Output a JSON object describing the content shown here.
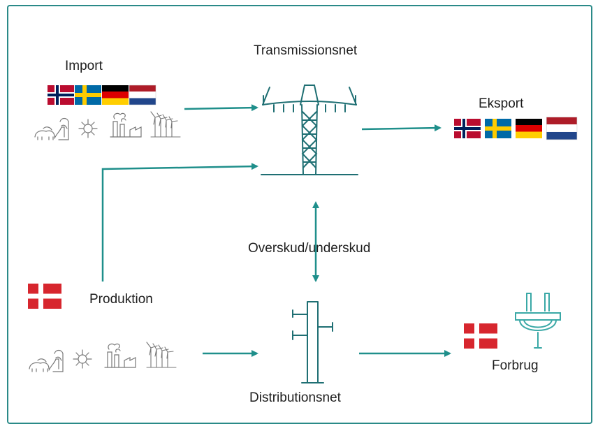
{
  "labels": {
    "import": "Import",
    "transmission": "Transmissionsnet",
    "export": "Eksport",
    "production": "Produktion",
    "surplus": "Overskud/underskud",
    "distribution": "Distributionsnet",
    "consumption": "Forbrug"
  },
  "icons": {
    "flags_neighbours": [
      "norway-flag-icon",
      "sweden-flag-icon",
      "germany-flag-icon",
      "netherlands-flag-icon"
    ],
    "flag_home": "denmark-flag-icon",
    "generation": [
      "biogas-farm-icon",
      "sun-icon",
      "power-plant-icon",
      "wind-turbine-icon"
    ],
    "grid": [
      "transmission-pylon-icon",
      "distribution-pole-icon",
      "plug-icon"
    ]
  },
  "colors": {
    "accent": "#1f8f8b",
    "frame": "#2a8a88",
    "tower": "#1f6f73",
    "danish_red": "#d7262e"
  }
}
